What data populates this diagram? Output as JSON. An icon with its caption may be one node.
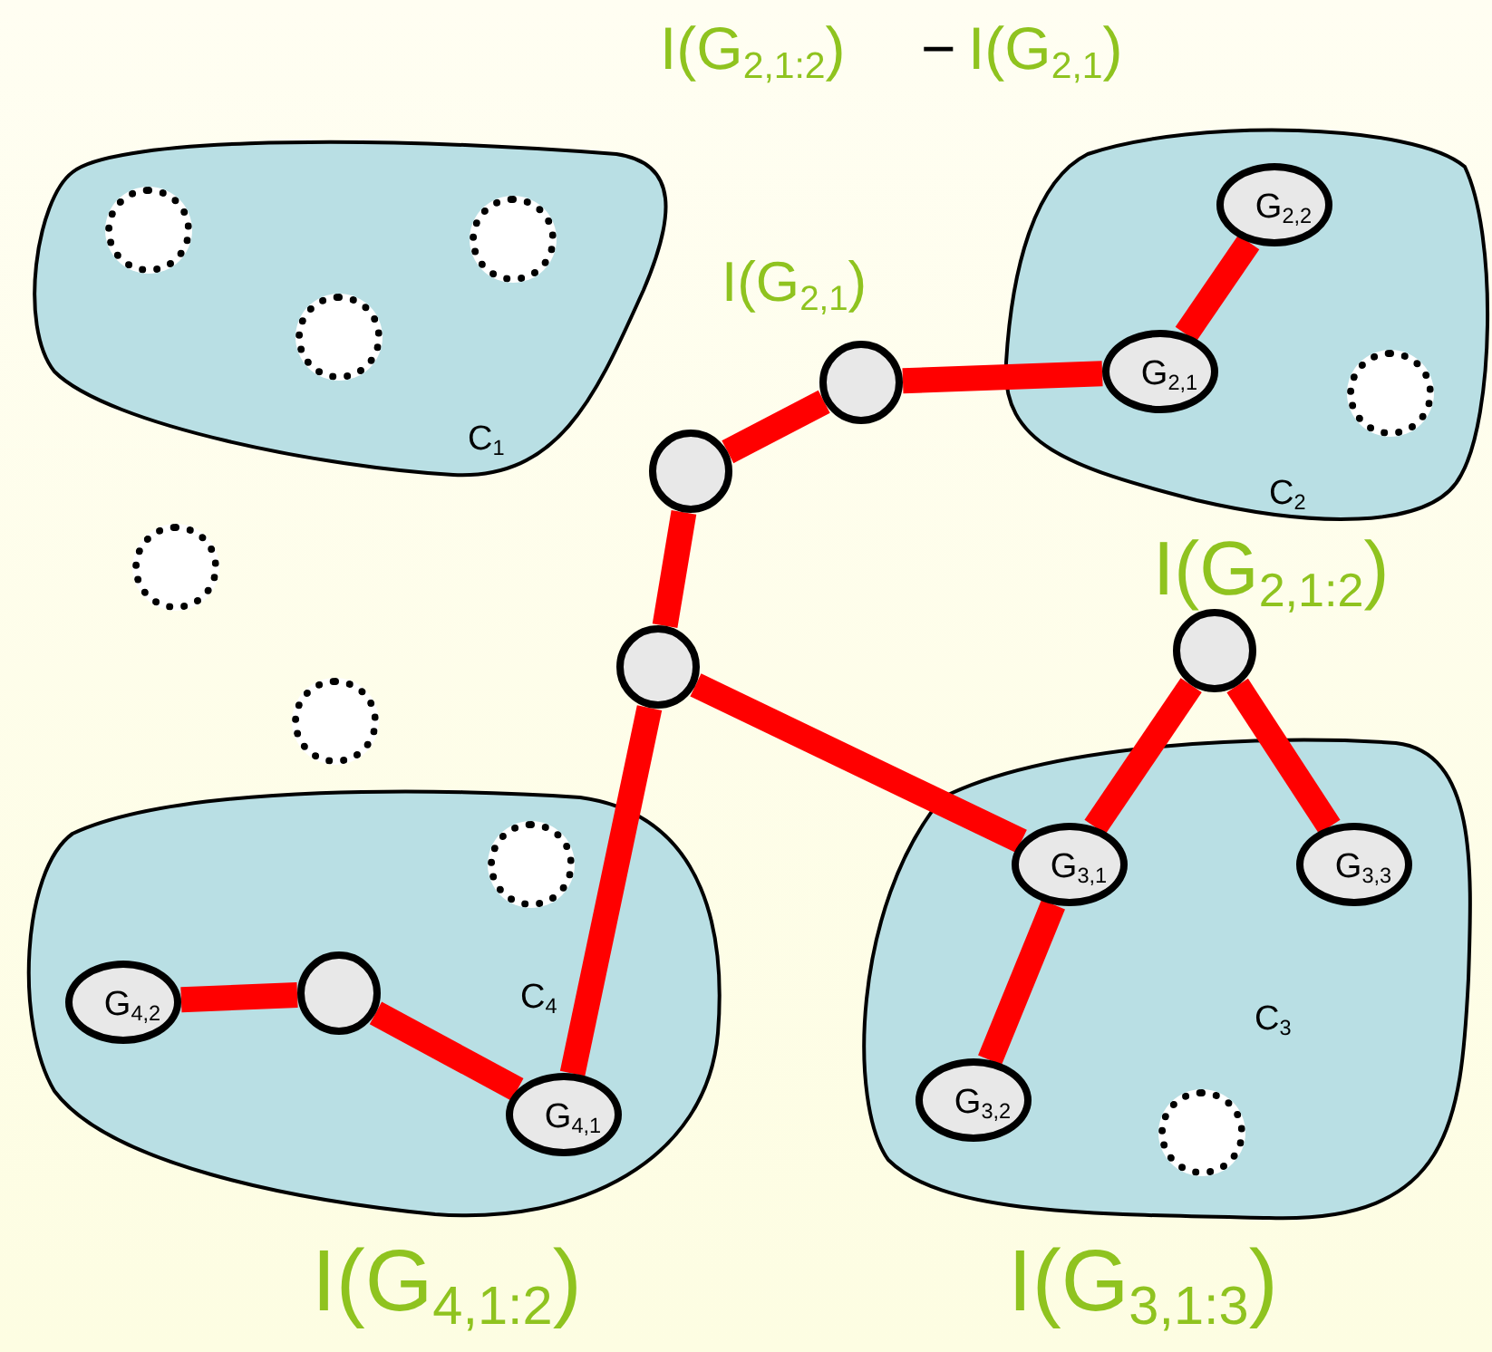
{
  "diagram": {
    "nodes": [
      {
        "text": [
          "C$_{1}$"
        ]
      },
      {
        "text": [],
        "shape": "circle",
        "in": 0
      },
      {
        "text": [],
        "shape": "circle",
        "in": 0
      },
      {
        "text": [],
        "shape": "circle",
        "in": 0
      },
      {
        "text": [
          "C$_{2}$"
        ]
      },
      {
        "text": [
          "G$_{2,2}$"
        ],
        "in": 4
      },
      {
        "text": [
          "G$_{2,1}$"
        ],
        "in": 4
      },
      {
        "text": [],
        "shape": "circle",
        "in": 4
      },
      {
        "text": [],
        "shape": "circle"
      },
      {
        "text": [],
        "shape": "circle"
      },
      {
        "text": [],
        "shape": "circle"
      },
      {
        "text": [],
        "shape": "circle"
      },
      {
        "text": [],
        "shape": "circle"
      },
      {
        "text": [],
        "shape": "circle"
      },
      {
        "text": [
          "C$_{4}$"
        ]
      },
      {
        "text": [],
        "shape": "circle",
        "in": 14
      },
      {
        "text": [
          "G$_{4,2}$"
        ],
        "in": 14
      },
      {
        "text": [],
        "shape": "circle",
        "in": 14
      },
      {
        "text": [
          "G$_{4,1}$"
        ],
        "in": 14
      },
      {
        "text": [
          "C$_{3}$"
        ]
      },
      {
        "text": [
          "G$_{3,1}$"
        ],
        "in": 19
      },
      {
        "text": [
          "G$_{3,3}$"
        ],
        "in": 19
      },
      {
        "text": [
          "G$_{3,2}$"
        ],
        "in": 19
      },
      {
        "text": [],
        "shape": "circle",
        "in": 19
      }
    ],
    "edges": [
      {
        "from": 5,
        "to": 6,
        "arrow": "none"
      },
      {
        "from": 6,
        "to": 10,
        "arrow": "none"
      },
      {
        "from": 10,
        "to": 11,
        "arrow": "none"
      },
      {
        "from": 11,
        "to": 12,
        "arrow": "none"
      },
      {
        "from": 12,
        "to": 18,
        "arrow": "none"
      },
      {
        "from": 12,
        "to": 20,
        "arrow": "none"
      },
      {
        "from": 20,
        "to": 13,
        "arrow": "none"
      },
      {
        "from": 13,
        "to": 21,
        "arrow": "none"
      },
      {
        "from": 20,
        "to": 22,
        "arrow": "none"
      },
      {
        "from": 16,
        "to": 17,
        "arrow": "none"
      },
      {
        "from": 17,
        "to": 18,
        "arrow": "none"
      }
    ],
    "labels": [
      "I(G$_{2,1:2}$)",
      "−",
      "I(G$_{2,1}$)",
      "I(G$_{2,1}$)",
      "I(G$_{2,1:2}$)",
      "I(G$_{4,1:2}$)",
      "I(G$_{3,1:3}$)"
    ]
  }
}
